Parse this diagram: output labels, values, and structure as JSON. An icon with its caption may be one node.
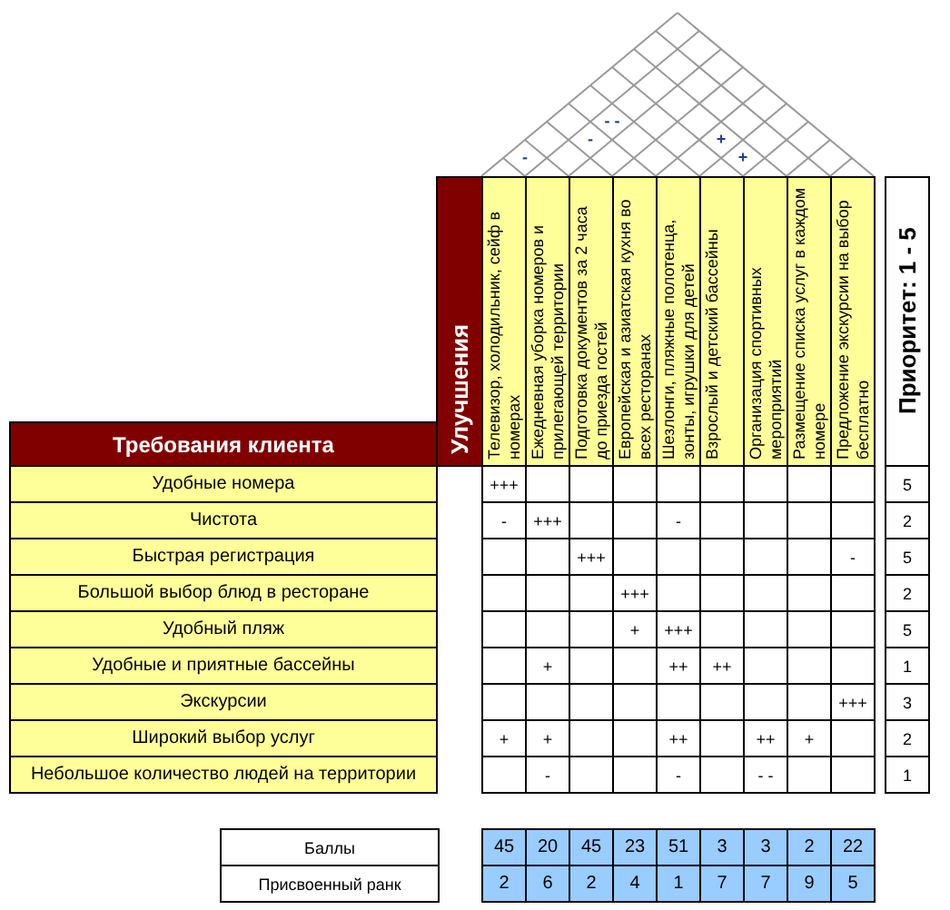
{
  "diagram": {
    "labels": [
      "- -",
      "-",
      "+",
      "-",
      "+",
      "Улучшения",
      "Телевизор, холодильник, сейф в номерах",
      "Ежедневная уборка номеров и прилегающей территории",
      "Подготовка документов за 2 часа до приезда гостей",
      "Европейская и азиатская кухня во всех ресторанах",
      "Шезлонги, пляжные полотенца, зонты, игрушки для детей",
      "Взрослый и детский бассейны",
      "Организация спортивных мероприятий",
      "Размещение списка услуг в каждом номере",
      "Предложение экскурсии на выбор бесплатно",
      "Приоритет: 1 - 5",
      "Требования клиента",
      "Удобные номера",
      "+++",
      "5",
      "Чистота",
      "-",
      "+++",
      "-",
      "2",
      "Быстрая регистрация",
      "+++",
      "-",
      "5",
      "Большой выбор блюд в ресторане",
      "+++",
      "2",
      "Удобный пляж",
      "+",
      "+++",
      "5",
      "Удобные и приятные бассейны",
      "+",
      "++",
      "++",
      "1",
      "Экскурсии",
      "+++",
      "3",
      "Широкий выбор услуг",
      "+",
      "+",
      "++",
      "++",
      "+",
      "2",
      "Небольшое количество людей на территории",
      "-",
      "-",
      "- -",
      "1",
      "Баллы",
      "45",
      "20",
      "45",
      "23",
      "51",
      "3",
      "3",
      "2",
      "22",
      "Присвоенный ранк",
      "2",
      "6",
      "2",
      "4",
      "1",
      "7",
      "7",
      "9",
      "5"
    ]
  }
}
